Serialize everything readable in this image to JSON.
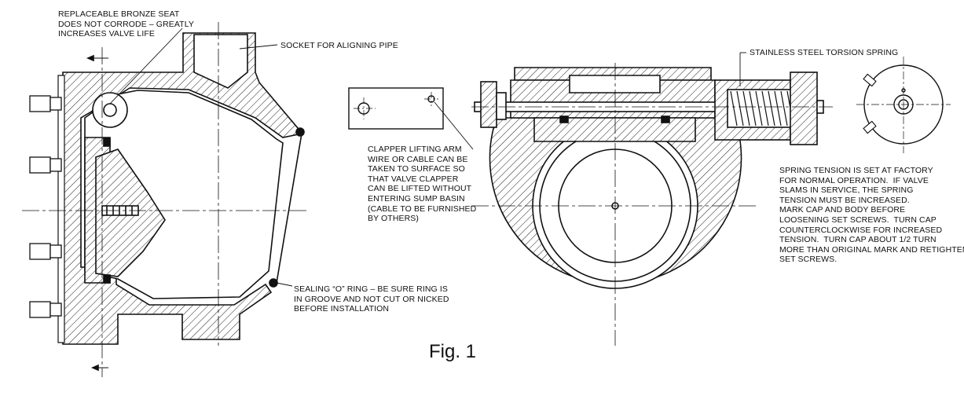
{
  "callouts": {
    "bronze_seat": [
      "REPLACEABLE BRONZE SEAT",
      "DOES NOT CORRODE – GREATLY",
      "INCREASES VALVE LIFE"
    ],
    "socket": "SOCKET FOR ALIGNING PIPE",
    "clapper_arm": [
      "CLAPPER LIFTING ARM",
      "WIRE OR CABLE CAN BE",
      "TAKEN TO SURFACE SO",
      "THAT VALVE CLAPPER",
      "CAN BE LIFTED WITHOUT",
      "ENTERING SUMP BASIN",
      "(CABLE TO BE FURNISHED",
      "BY OTHERS)"
    ],
    "o_ring": [
      "SEALING “O” RING – BE SURE RING IS",
      "IN GROOVE AND NOT CUT OR NICKED",
      "BEFORE INSTALLATION"
    ],
    "torsion_spring": "STAINLESS STEEL TORSION SPRING",
    "spring_tension": [
      "SPRING TENSION IS SET AT FACTORY",
      "FOR NORMAL OPERATION.  IF VALVE",
      "SLAMS IN SERVICE, THE SPRING",
      "TENSION MUST BE INCREASED.",
      "MARK CAP AND BODY BEFORE",
      "LOOSENING SET SCREWS.  TURN CAP",
      "COUNTERCLOCKWISE FOR INCREASED",
      "TENSION.  TURN CAP ABOUT 1/2 TURN",
      "MORE THAN ORIGINAL MARK AND RETIGHTEN",
      "SET SCREWS."
    ]
  },
  "figure_label": "Fig. 1"
}
